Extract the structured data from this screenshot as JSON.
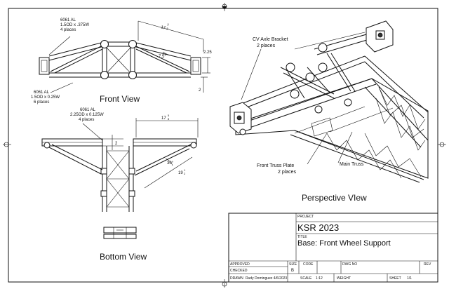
{
  "views": {
    "front": "Front View",
    "bottom": "Bottom View",
    "perspective": "Perspective VIew"
  },
  "callouts": {
    "front_large_tube": [
      "6061 AL",
      "1.5OD x .375W",
      "4 places"
    ],
    "front_small_tube": [
      "6061 AL",
      "1.5OD x 0.25W",
      "6 places"
    ],
    "bottom_tube": [
      "6061 AL",
      "2.25OD x 0.125W",
      "4 places"
    ],
    "cv_axle": [
      "CV Axle Bracket",
      "2 places"
    ],
    "front_truss_plate": [
      "Front Truss Plate",
      "2 places"
    ],
    "main_truss": "Main Truss"
  },
  "dimensions": {
    "front_length_whole": "17",
    "front_length_num": "3",
    "front_length_den": "8",
    "front_angle": "7.5°",
    "front_height": "2.25",
    "front_offset": "2",
    "bottom_length_whole": "17",
    "bottom_length_num": "5",
    "bottom_length_den": "8",
    "bottom_offset": "2",
    "bottom_angle": "30°",
    "bottom_diag_whole": "19",
    "bottom_diag_num": "1",
    "bottom_diag_den": "2"
  },
  "title_block": {
    "project_label": "PROJECT",
    "project": "KSR 2023",
    "title_label": "TITLE",
    "title": "Base: Front Wheel Support",
    "approved": "APPROVED",
    "checked": "CHECKED",
    "drawn": "DRAWN",
    "drawn_by": "Rudy Dominguez  4/6/2023",
    "size_label": "SIZE",
    "size": "B",
    "code_label": "CODE",
    "dwg_label": "DWG NO",
    "rev_label": "REV",
    "scale_label": "SCALE",
    "scale": "1:12",
    "weight_label": "WEIGHT",
    "sheet_label": "SHEET",
    "sheet": "1/1"
  }
}
